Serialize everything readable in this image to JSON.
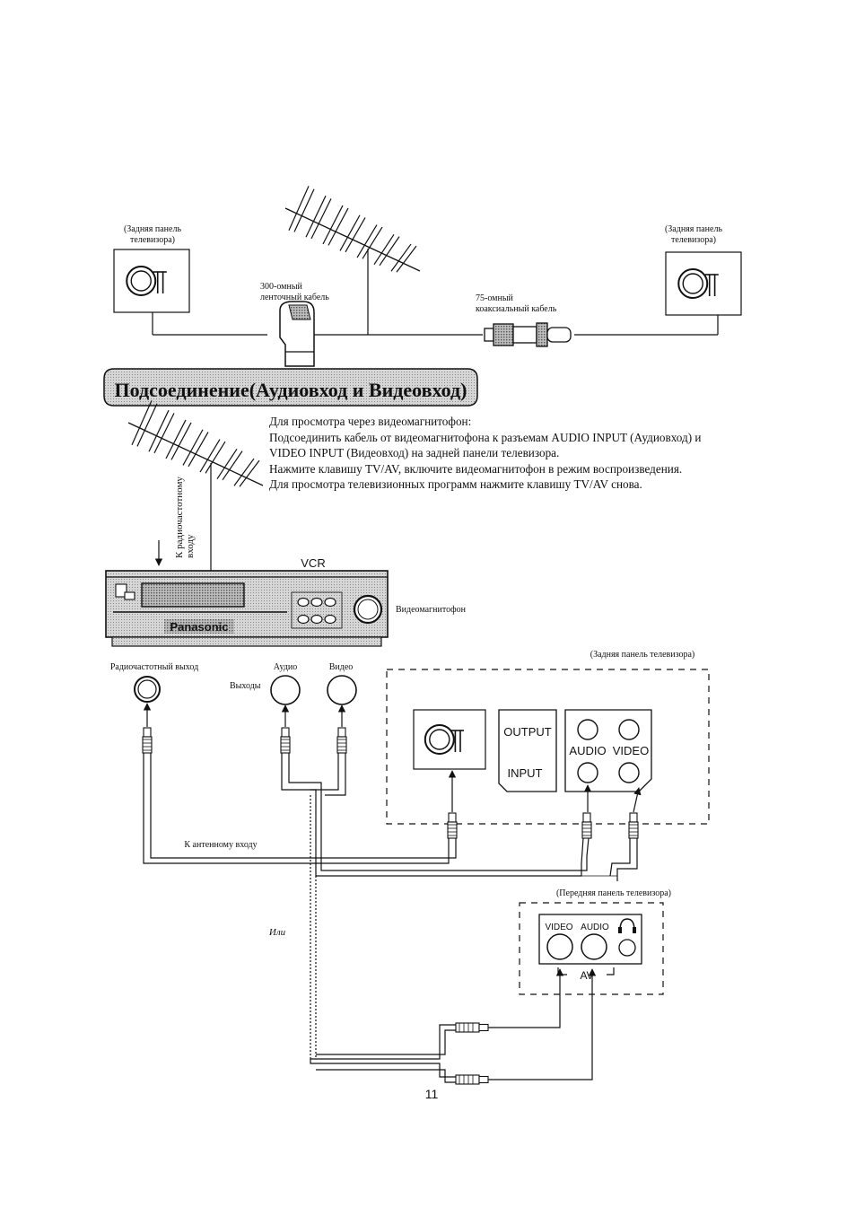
{
  "top_section": {
    "left_panel_label": [
      "(Задняя панель",
      "телевизора)"
    ],
    "right_panel_label": [
      "(Задняя панель",
      "телевизора)"
    ],
    "ribbon_cable_label": [
      "300-омный",
      "ленточный кабель"
    ],
    "coax_cable_label": [
      "75-омный",
      "коаксиальный кабель"
    ]
  },
  "section_title": "Подсоединение(Аудиовход и Видеовход)",
  "instructions": [
    "Для просмотра через видеомагнитофон:",
    "Подсоединить кабель от видеомагнитофона к разъемам AUDIO INPUT (Аудиовход) и",
    "VIDEO INPUT (Видеовход) на задней панели телевизора.",
    "Нажмите клавишу TV/AV, включите видеомагнитофон в режим воспроизведения.",
    "Для просмотра телевизионных программ нажмите клавишу TV/AV снова."
  ],
  "vcr": {
    "rf_input_label": [
      "К радиочастотному",
      "входу"
    ],
    "title": "VCR",
    "brand": "Panasonic",
    "caption": "Видеомагнитофон",
    "rf_output_label": "Радиочастотный выход",
    "audio_label": "Аудио",
    "video_label": "Видео",
    "outputs_label": "Выходы"
  },
  "tv_rear": {
    "label": "(Задняя панель телевизора)",
    "output_label": "OUTPUT",
    "input_label": "INPUT",
    "audio_label": "AUDIO",
    "video_label": "VIDEO"
  },
  "antenna_input_label": "К антенному входу",
  "or_label": "Или",
  "tv_front": {
    "label": "(Передняя панель телевизора)",
    "video_label": "VIDEO",
    "audio_label": "AUDIO",
    "av_label": "AV"
  },
  "page_number": "11"
}
